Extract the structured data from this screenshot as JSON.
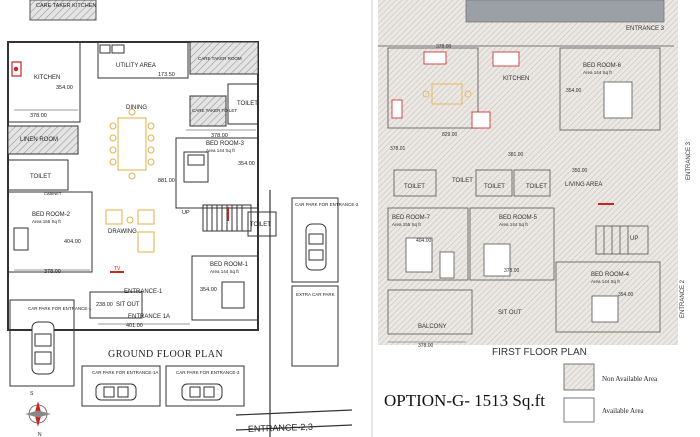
{
  "ground": {
    "caretaker_kitchen": "CARE TAKER KITCHEN",
    "kitchen": "KITCHEN",
    "kitchen_dim": "354.00",
    "kitchen_w": "378.00",
    "utility": "UTILITY AREA",
    "utility_dim": "173.50",
    "caretaker_room": "CARE TAKER ROOM",
    "caretaker_toilet": "CARE TAKER TOILET",
    "toilet": "TOILET",
    "dining": "DINING",
    "linen": "LINEN ROOM",
    "bed3": "BED ROOM-3",
    "bed3_area": "Area 144 Sq ft",
    "bed3_w": "378.00",
    "bed3_h": "354.00",
    "dim_881": "881.00",
    "toilet_left": "TOILET",
    "cabinet": "CABINET",
    "bed2": "BED ROOM-2",
    "bed2_area": "Area 155 Sq ft",
    "bed2_h": "404.00",
    "bed2_w": "378.00",
    "drawing": "DRAWING",
    "up": "UP",
    "toilet_mid": "TOILET",
    "bed1": "BED ROOM-1",
    "bed1_area": "Area 144 Sq ft",
    "bed1_h": "354.00",
    "tv": "TV",
    "entrance1": "ENTRANCE-1",
    "sitout": "SIT OUT",
    "sitout_dim": "238.00",
    "entrance1a": "ENTRANCE 1A",
    "dim_401": "401.00",
    "carpark_e1": "CAR PARK FOR ENTRANCE-1",
    "carpark_e2": "CAR PARK FOR ENTRANCE-2",
    "extra_carpark": "EXTRA CAR PARK",
    "carpark_1a": "CAR PARK FOR ENTRANCE-1A",
    "carpark_3": "CAR PARK FOR ENTRANCE-3",
    "plan_title": "GROUND FLOOR PLAN",
    "entrance23": "ENTRANCE-2,3",
    "compass_s": "S",
    "compass_n": "N"
  },
  "first": {
    "kitchen": "KITCHEN",
    "kitchen_dim": "378.00",
    "entrance3_top": "ENTRANCE 3",
    "bed6": "BED ROOM-6",
    "bed6_area": "Area 144 Sq ft",
    "bed6_h": "354.00",
    "dim_829": "829.00",
    "dim_378": "378.01",
    "dim_381": "381.00",
    "living": "LIVING AREA",
    "living_w": "350.00",
    "toilet_a": "TOILET",
    "toilet_b": "TOILET",
    "toilet_c": "TOILET",
    "toilet_d": "TOILET",
    "bed7": "BED ROOM-7",
    "bed7_area": "Area 155 Sq ft",
    "bed7_h": "404.00",
    "bed5": "BED ROOM-5",
    "bed5_area": "Area 144 Sq ft",
    "bed5_w": "378.00",
    "bed4": "BED ROOM-4",
    "bed4_area": "Area 144 Sq ft",
    "bed4_h": "354.00",
    "up": "UP",
    "entrance3_side": "ENTRANCE 3",
    "entrance2_side": "ENTRANCE 2",
    "balcony": "BALCONY",
    "sitout": "SIT OUT",
    "balcony_w": "378.00",
    "plan_title": "FIRST FLOOR PLAN"
  },
  "option_title": "OPTION-G- 1513 Sq.ft",
  "legend": {
    "not_available": "Non Available Area",
    "available": "Available Area"
  }
}
